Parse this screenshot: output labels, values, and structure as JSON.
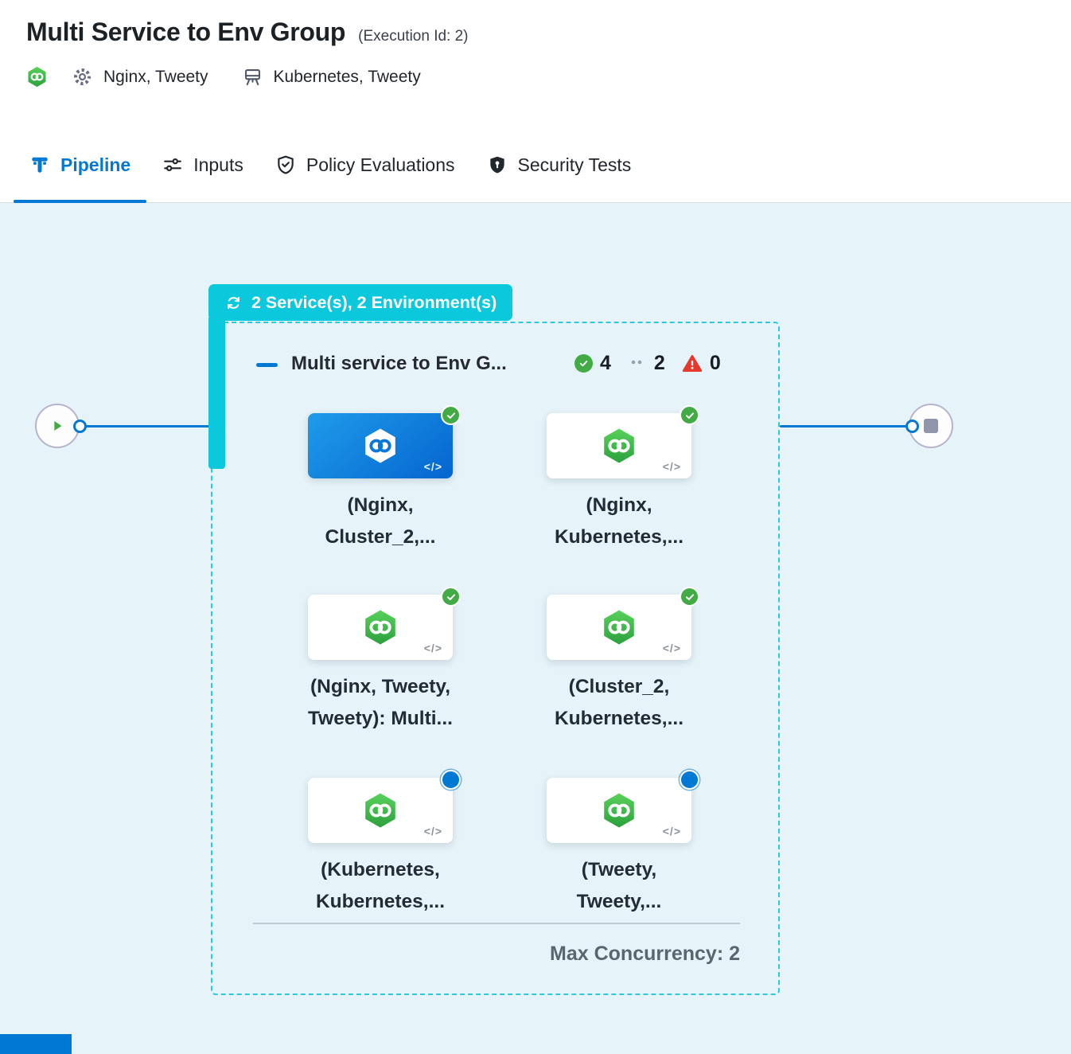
{
  "header": {
    "title": "Multi Service to Env Group",
    "execution_id": "(Execution Id: 2)",
    "services": "Nginx, Tweety",
    "environments": "Kubernetes, Tweety"
  },
  "tabs": [
    {
      "label": "Pipeline"
    },
    {
      "label": "Inputs"
    },
    {
      "label": "Policy Evaluations"
    },
    {
      "label": "Security Tests"
    }
  ],
  "canvas": {
    "matrix_badge": "2 Service(s), 2 Environment(s)",
    "group": {
      "title": "Multi service to Env G...",
      "success_count": "4",
      "running_count": "2",
      "failed_count": "0",
      "max_concurrency": "Max Concurrency: 2"
    },
    "code_glyph": "</>",
    "stages": [
      {
        "line1": "(Nginx,",
        "line2": "Cluster_2,...",
        "status": "success"
      },
      {
        "line1": "(Nginx,",
        "line2": "Kubernetes,...",
        "status": "success"
      },
      {
        "line1": "(Nginx, Tweety,",
        "line2": "Tweety): Multi...",
        "status": "success"
      },
      {
        "line1": "(Cluster_2,",
        "line2": "Kubernetes,...",
        "status": "success"
      },
      {
        "line1": "(Kubernetes,",
        "line2": "Kubernetes,...",
        "status": "queued"
      },
      {
        "line1": "(Tweety,",
        "line2": "Tweety,...",
        "status": "queued"
      }
    ]
  },
  "colors": {
    "primary_blue": "#0278d5",
    "matrix_teal": "#0bc8dc",
    "success_green": "#42ab45",
    "error_red": "#e5392e",
    "canvas_bg": "#e6f3f8"
  }
}
